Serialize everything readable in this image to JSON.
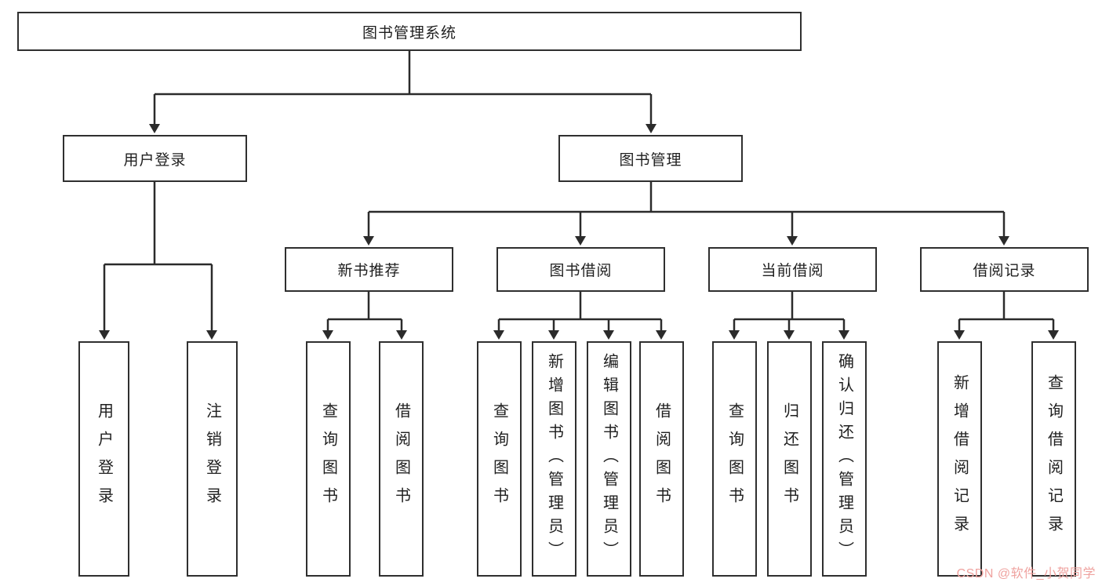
{
  "diagram": {
    "root": {
      "label": "图书管理系统"
    },
    "branches": [
      {
        "label": "用户登录",
        "children": [
          {
            "label": "用户登录"
          },
          {
            "label": "注销登录"
          }
        ]
      },
      {
        "label": "图书管理",
        "children": [
          {
            "label": "新书推荐",
            "children": [
              {
                "label": "查询图书"
              },
              {
                "label": "借阅图书"
              }
            ]
          },
          {
            "label": "图书借阅",
            "children": [
              {
                "label": "查询图书"
              },
              {
                "label": "新增图书（管理员）"
              },
              {
                "label": "编辑图书（管理员）"
              },
              {
                "label": "借阅图书"
              }
            ]
          },
          {
            "label": "当前借阅",
            "children": [
              {
                "label": "查询图书"
              },
              {
                "label": "归还图书"
              },
              {
                "label": "确认归还（管理员）"
              }
            ]
          },
          {
            "label": "借阅记录",
            "children": [
              {
                "label": "新增借阅记录"
              },
              {
                "label": "查询借阅记录"
              }
            ]
          }
        ]
      }
    ]
  },
  "watermark": {
    "text": "CSDN @软件_小贺同学",
    "style": "color:#efa29f"
  },
  "line_color": "#2b2b2b"
}
